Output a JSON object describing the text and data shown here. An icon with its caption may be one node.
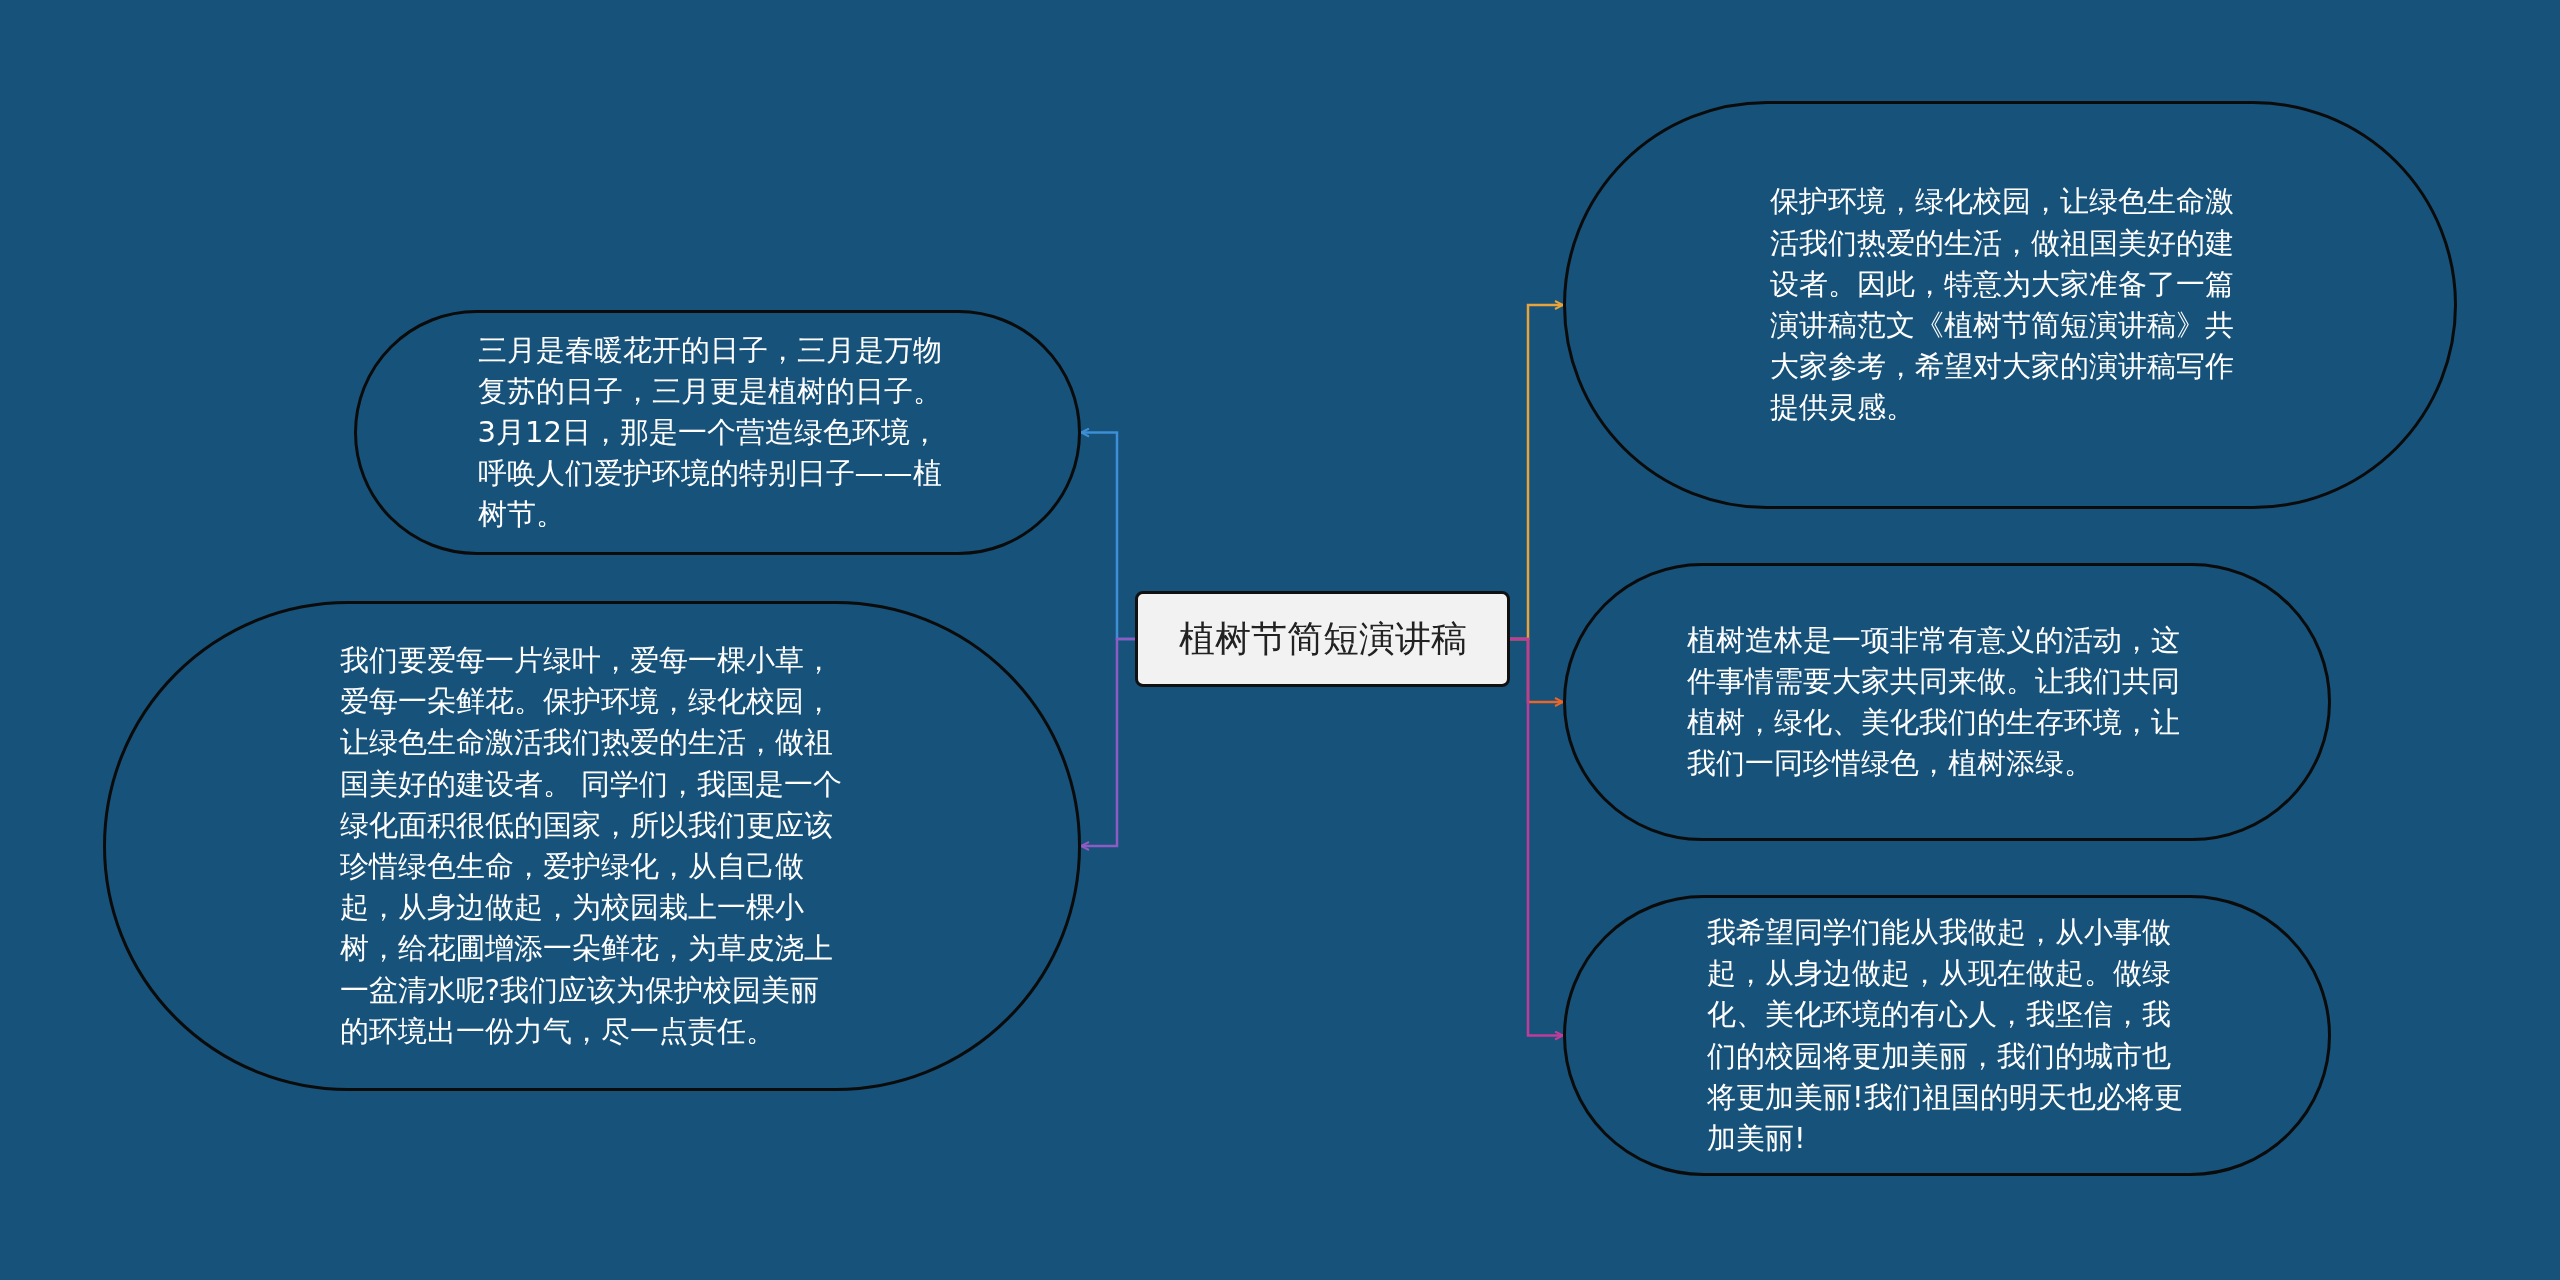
{
  "diagram": {
    "nodes": [
      {
        "text": [
          "植树节简短演讲稿"
        ]
      },
      {
        "text": [
          "三月是春暖花开的日子，三月是万物复苏的日子，三月更是植树的日子。3月12日，那是一个营造绿色环境，呼唤人们爱护环境的特别日子——植树节。"
        ]
      },
      {
        "text": [
          "我们要爱每一片绿叶，爱每一棵小草，爱每一朵鲜花。保护环境，绿化校园，让绿色生命激活我们热爱的生活，做祖国美好的建设者。 同学们，我国是一个绿化面积很低的国家，所以我们更应该珍惜绿色生命，爱护绿化，从自己做起，从身边做起，为校园栽上一棵小树，给花圃增添一朵鲜花，为草皮浇上一盆清水呢?我们应该为保护校园美丽的环境出一份力气，尽一点责任。"
        ]
      },
      {
        "text": [
          "保护环境，绿化校园，让绿色生命激活我们热爱的生活，做祖国美好的建设者。因此，特意为大家准备了一篇演讲稿范文《植树节简短演讲稿》共大家参考，希望对大家的演讲稿写作提供灵感。"
        ]
      },
      {
        "text": [
          "植树造林是一项非常有意义的活动，这件事情需要大家共同来做。让我们共同植树，绿化、美化我们的生存环境，让我们一同珍惜绿色，植树添绿。"
        ]
      },
      {
        "text": [
          "我希望同学们能从我做起，从小事做起，从身边做起，从现在做起。做绿化、美化环境的有心人，我坚信，我们的校园将更加美丽，我们的城市也将更加美丽!我们祖国的明天也必将更加美丽!"
        ]
      }
    ],
    "edges": [
      {
        "from": 0,
        "to": 1,
        "arrow": "to",
        "color": "#3d8fd6"
      },
      {
        "from": 0,
        "to": 2,
        "arrow": "to",
        "color": "#8e5bc4"
      },
      {
        "from": 0,
        "to": 3,
        "arrow": "to",
        "color": "#e8a33a"
      },
      {
        "from": 0,
        "to": 4,
        "arrow": "to",
        "color": "#e8662a"
      },
      {
        "from": 0,
        "to": 5,
        "arrow": "to",
        "color": "#c23b9a"
      }
    ]
  }
}
